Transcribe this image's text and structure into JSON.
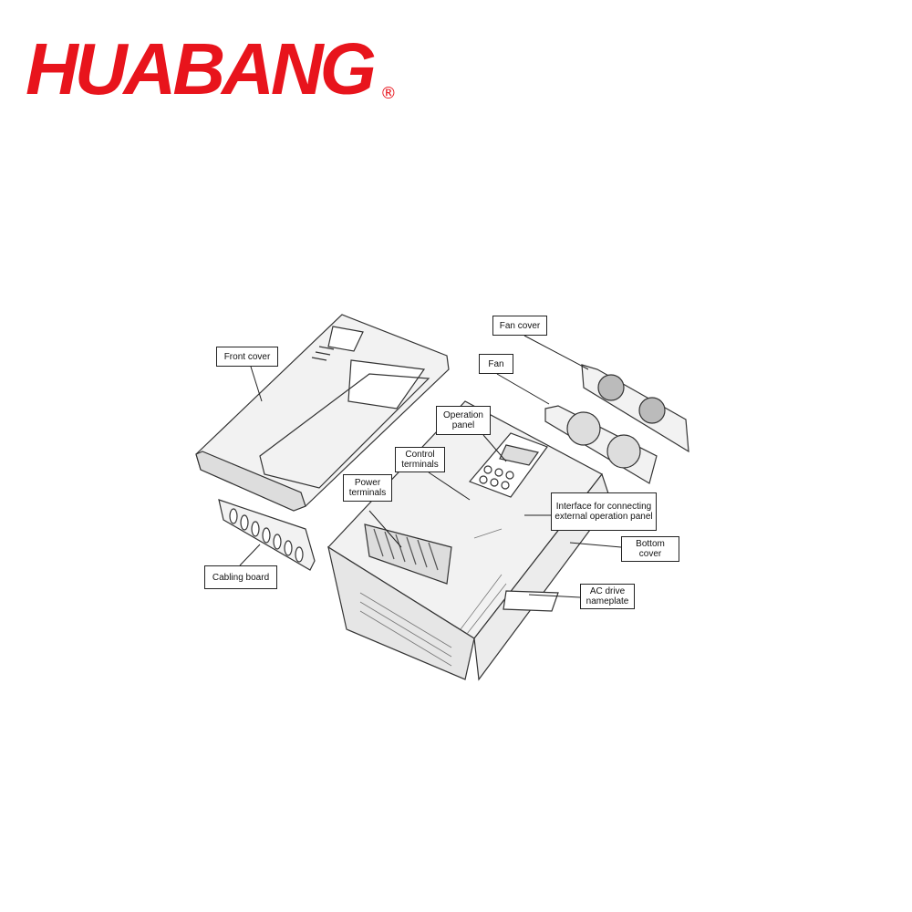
{
  "brand": {
    "name": "HUABANG",
    "registered_mark": "®",
    "color": "#e8141c"
  },
  "diagram": {
    "labels": {
      "front_cover": "Front cover",
      "fan_cover": "Fan cover",
      "fan": "Fan",
      "operation_panel": "Operation panel",
      "control_terminals": "Control terminals",
      "power_terminals": "Power terminals",
      "interface": "Interface for connecting external operation panel",
      "bottom_cover": "Bottom cover",
      "nameplate": "AC drive nameplate",
      "cabling_board": "Cabling board"
    }
  }
}
